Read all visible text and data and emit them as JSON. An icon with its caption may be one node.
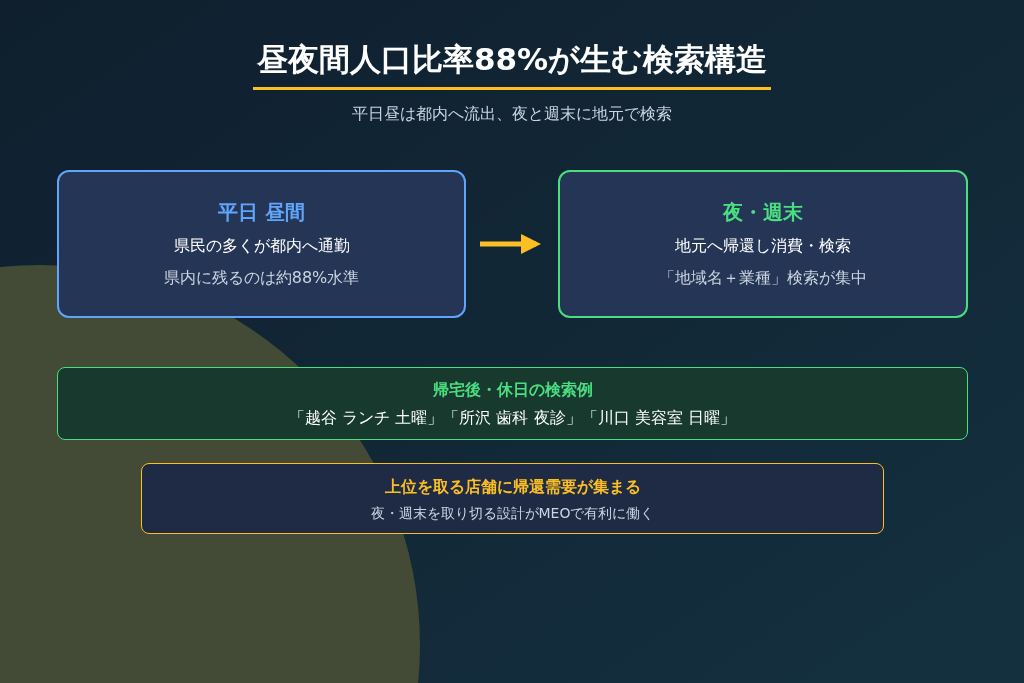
{
  "diagram": {
    "title": "昼夜間人口比率88%が生む検索構造",
    "labels": [
      "平日昼は都内へ流出、夜と週末に地元で検索"
    ],
    "nodes": [
      {
        "text": [
          "平日 昼間",
          "県民の多くが都内へ通勤",
          "県内に残るのは約88%水準"
        ]
      },
      {
        "text": [
          "夜・週末",
          "地元へ帰還し消費・検索",
          "「地域名＋業種」検索が集中"
        ]
      },
      {
        "text": [
          "帰宅後・休日の検索例",
          "「越谷 ランチ 土曜」「所沢 歯科 夜診」「川口 美容室 日曜」"
        ]
      },
      {
        "text": [
          "上位を取る店舗に帰還需要が集まる",
          "夜・週末を取り切る設計がMEOで有利に働く"
        ]
      }
    ],
    "edges": [
      {
        "from": 0,
        "to": 1,
        "arrow": "to",
        "color": "#fbbf24"
      }
    ]
  }
}
